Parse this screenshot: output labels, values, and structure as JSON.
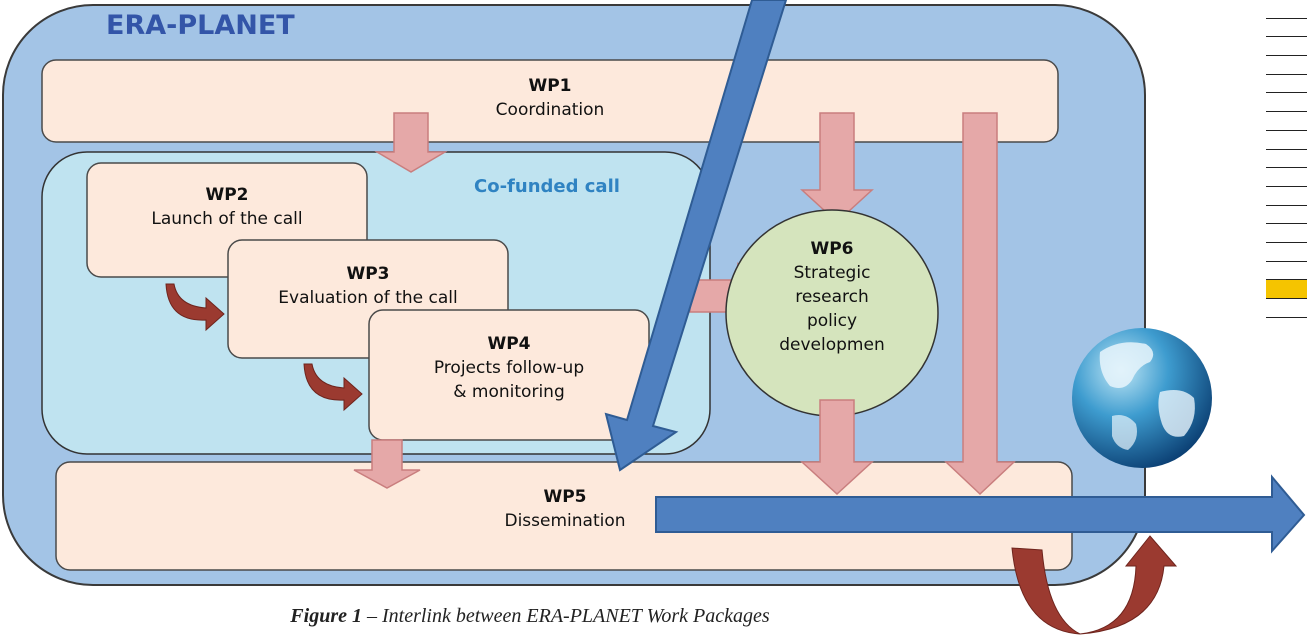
{
  "title": "ERA-PLANET",
  "cofunded_label": "Co-funded call",
  "wp1": {
    "id": "WP1",
    "name": "Coordination"
  },
  "wp2": {
    "id": "WP2",
    "name": "Launch of the call"
  },
  "wp3": {
    "id": "WP3",
    "name": "Evaluation of the call"
  },
  "wp4": {
    "id": "WP4",
    "line1": "Projects follow-up",
    "line2": "& monitoring"
  },
  "wp5": {
    "id": "WP5",
    "name": "Dissemination"
  },
  "wp6": {
    "id": "WP6",
    "line1": "Strategic",
    "line2": "research",
    "line3": "policy",
    "line4": "developmen"
  },
  "caption": {
    "figure": "Figure 1",
    "text": " – Interlink between ERA-PLANET Work Packages"
  },
  "colors": {
    "outer_fill": "#a3c4e6",
    "outer_stroke": "#3a3a3a",
    "box_fill": "#fde9dc",
    "cofunded_fill": "#bfe3f0",
    "wp6_fill": "#d5e4bd",
    "pink_arrow": "#e5a8a8",
    "dark_red_arrow": "#9b3a30",
    "blue_arrow": "#4f80c0",
    "title_color": "#3355a8",
    "cofunded_color": "#2f83c2"
  },
  "icons": [
    "globe-icon"
  ]
}
